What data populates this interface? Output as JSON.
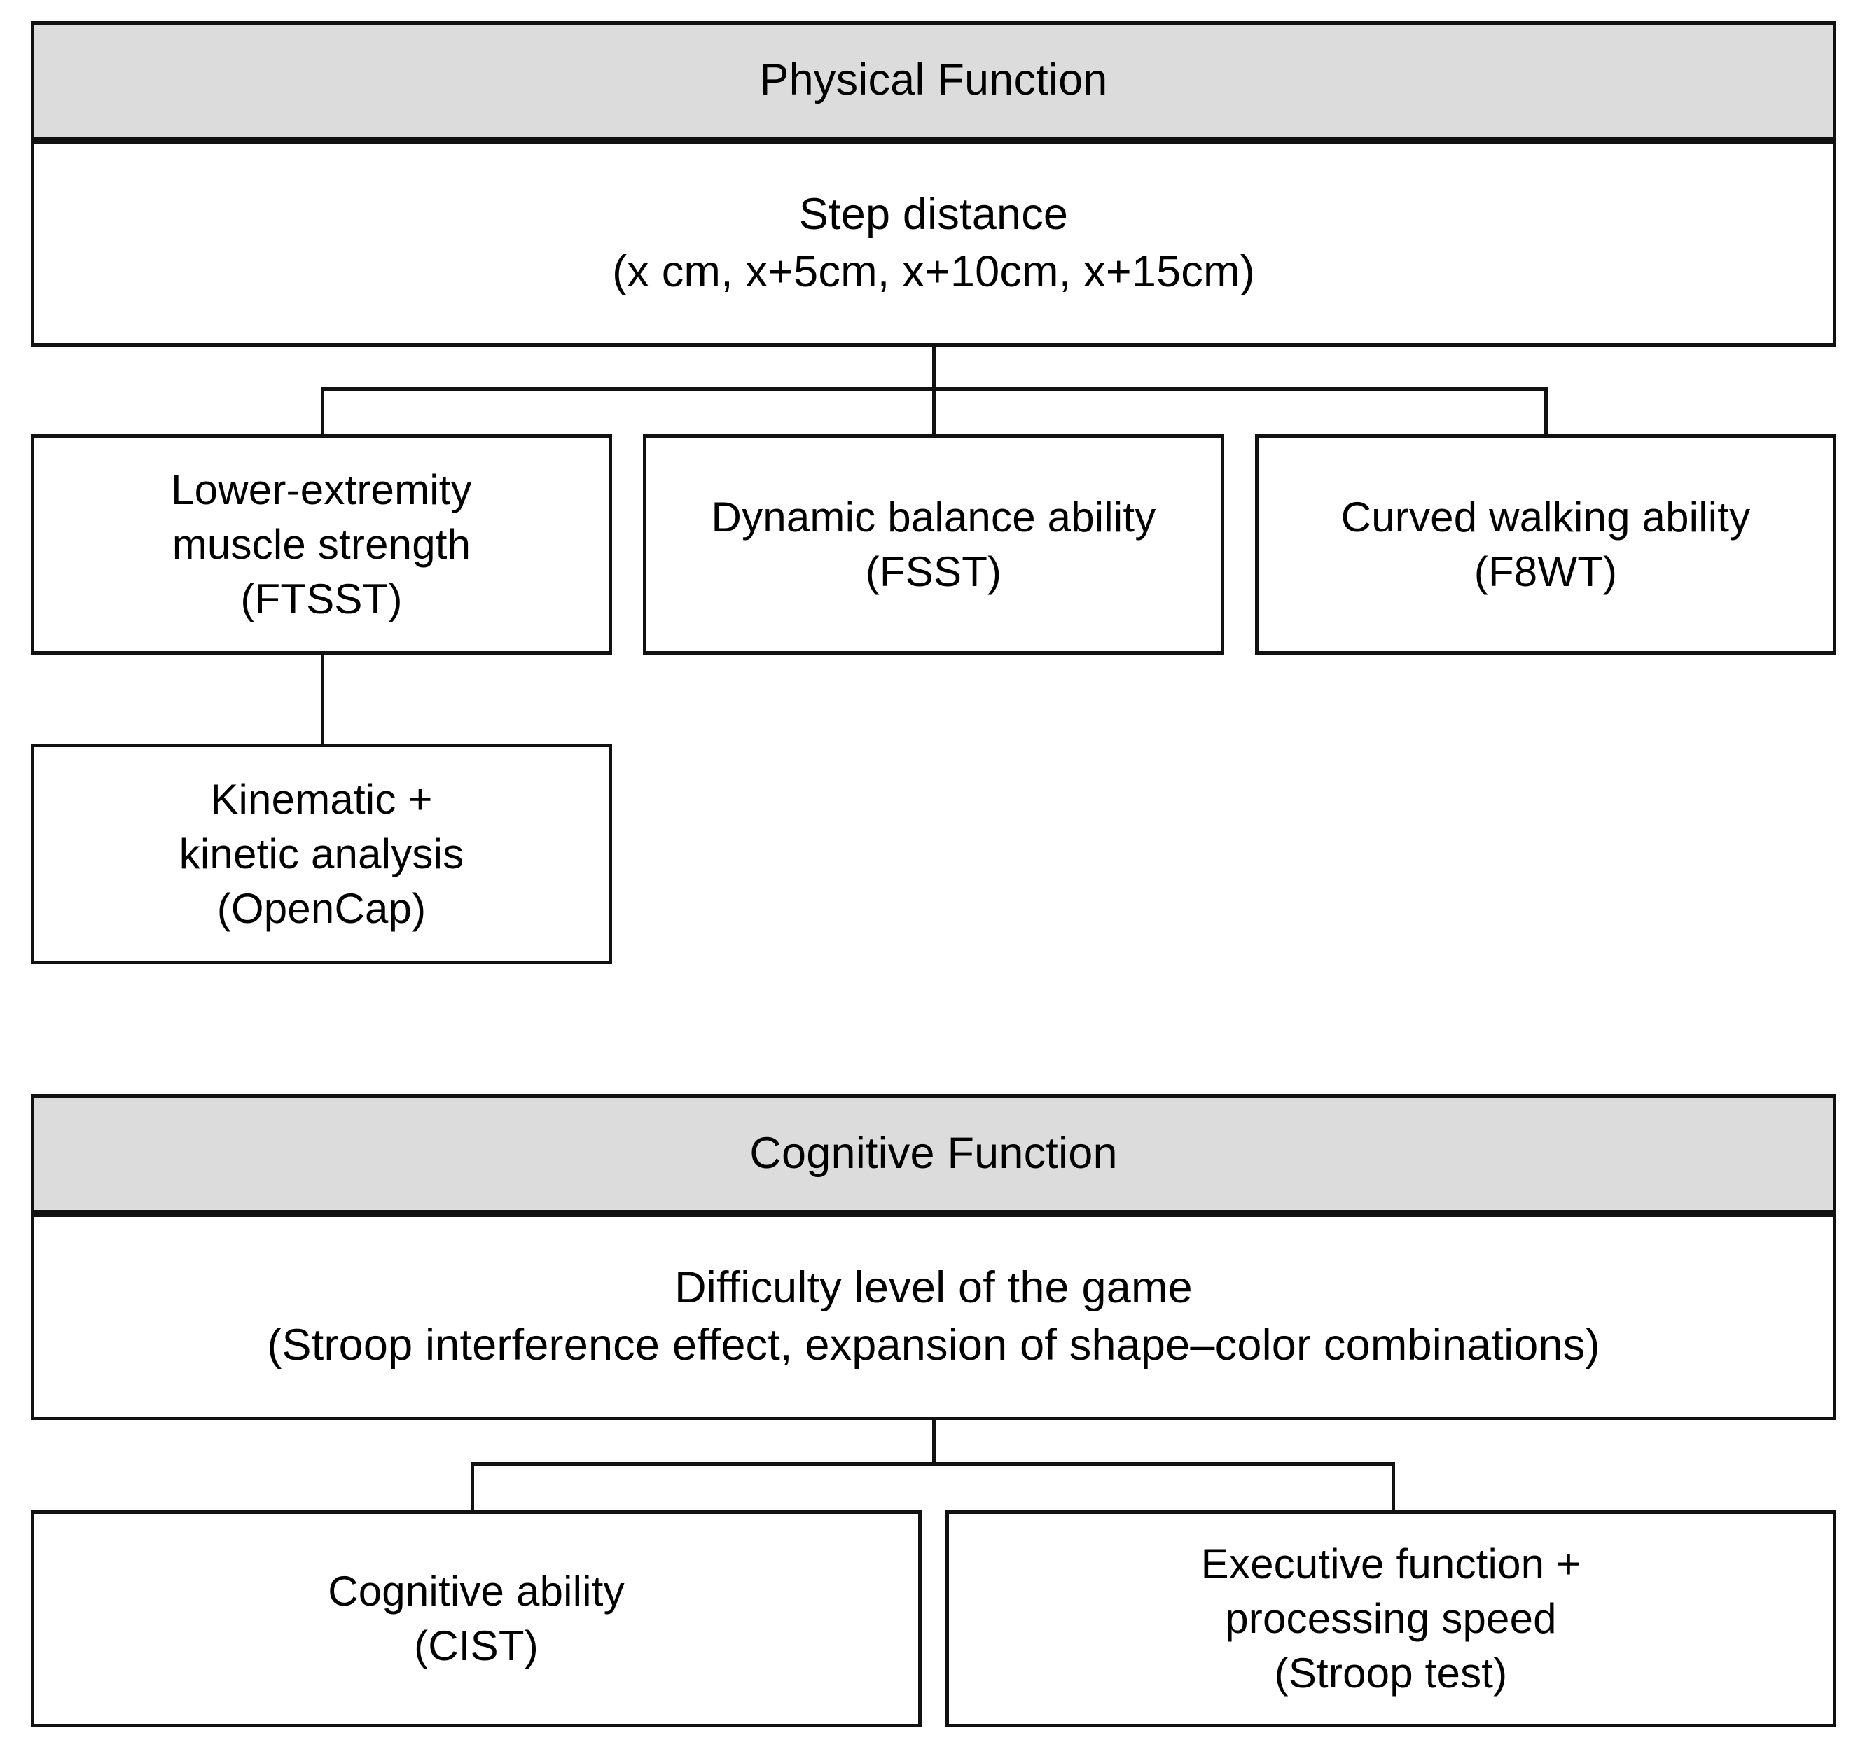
{
  "diagram": {
    "title": "Physical and Cognitive Function task progression flowchart",
    "colors": {
      "header_fill": "#dcdcdc",
      "box_fill": "#ffffff",
      "stroke": "#111111",
      "text": "#000000"
    },
    "sections": [
      {
        "id": "physical",
        "header": "Physical Function",
        "primary": "Step distance\n(x cm, x+5cm, x+10cm, x+15cm)",
        "branches": [
          "Lower-extremity\nmuscle strength\n(FTSST)",
          "Dynamic balance ability\n(FSST)",
          "Curved walking ability\n(F8WT)"
        ],
        "sub_branches": [
          "Kinematic +\nkinetic analysis\n(OpenCap)"
        ]
      },
      {
        "id": "cognitive",
        "header": "Cognitive Function",
        "primary": "Difficulty level of the game\n(Stroop interference effect, expansion of shape–color combinations)",
        "branches": [
          "Cognitive ability\n(CIST)",
          "Executive function +\nprocessing speed\n(Stroop test)"
        ],
        "sub_branches": []
      }
    ]
  }
}
